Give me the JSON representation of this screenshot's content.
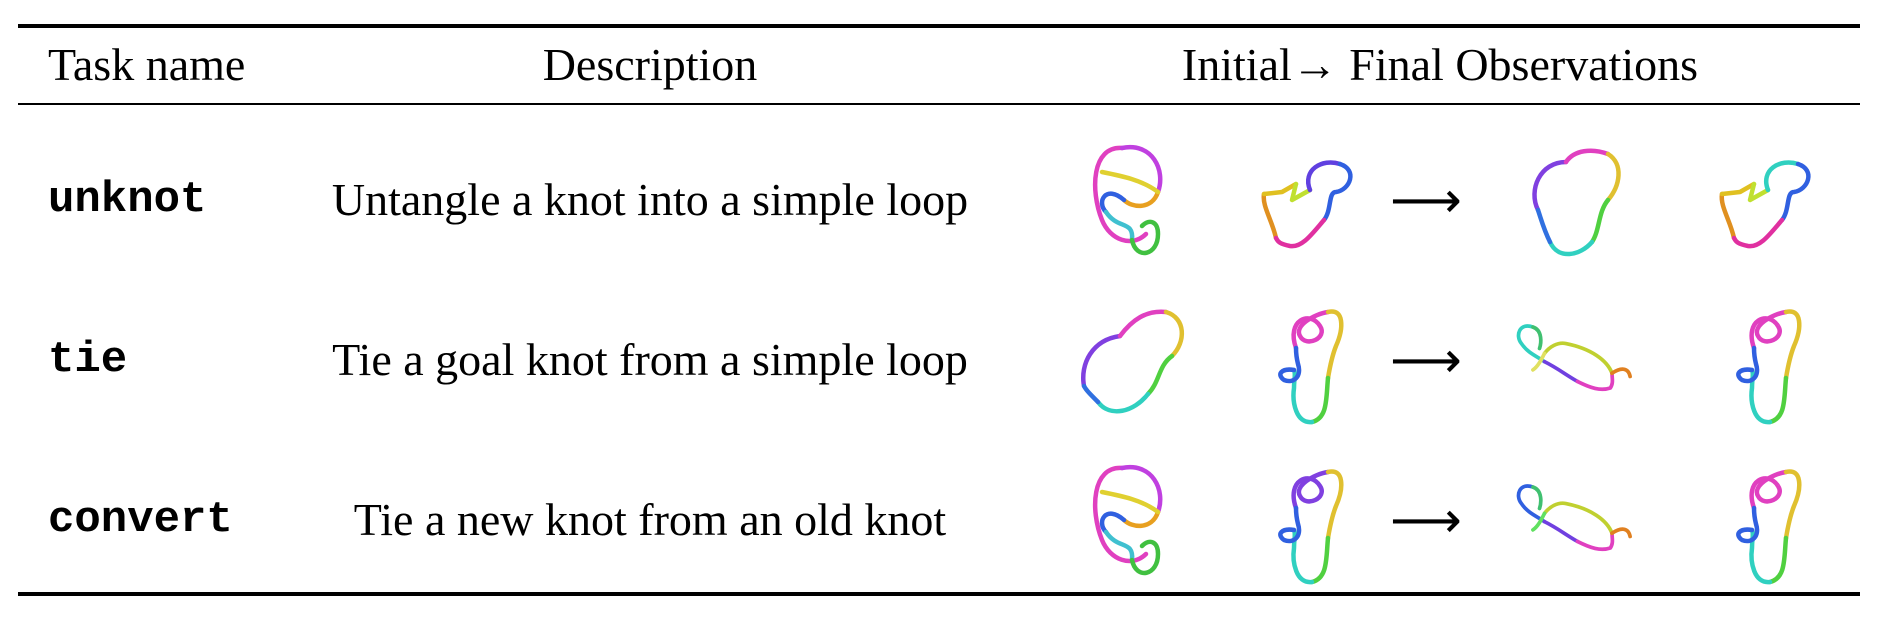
{
  "table": {
    "headers": {
      "task_name": "Task name",
      "description": "Description",
      "observations": "Initial→ Final Observations"
    },
    "arrow": "⟶",
    "rows": [
      {
        "task": "unknot",
        "description": "Untangle a knot into a simple loop",
        "images": [
          "knot-front-view",
          "knot-side-view",
          "loop-front-view",
          "loop-side-view"
        ]
      },
      {
        "task": "tie",
        "description": "Tie a goal knot from a simple loop",
        "images": [
          "loop-front-view",
          "loop-side-view",
          "goal-knot-front-view",
          "goal-knot-side-view"
        ]
      },
      {
        "task": "convert",
        "description": "Tie a new knot from an old knot",
        "images": [
          "knot-front-view",
          "knot-side-view",
          "new-knot-front-view",
          "new-knot-side-view"
        ]
      }
    ]
  }
}
